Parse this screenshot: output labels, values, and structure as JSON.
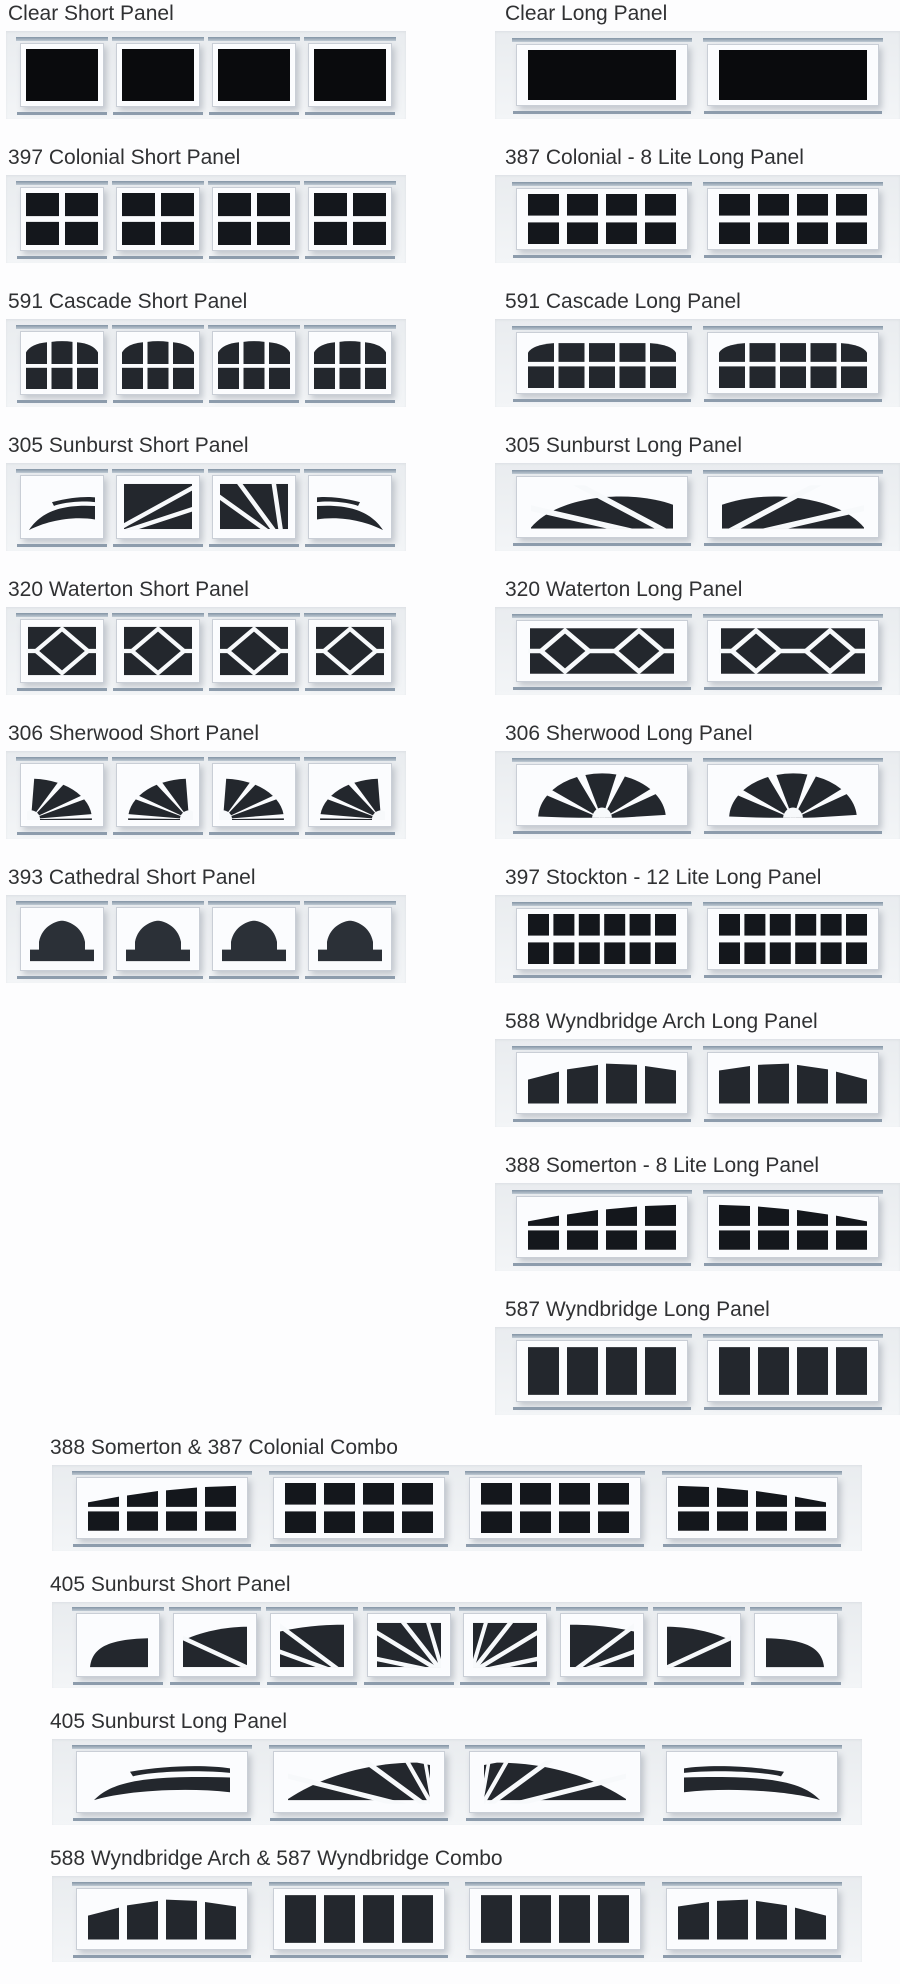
{
  "page": {
    "background": "#fdfdfe",
    "label_color": "#303133",
    "strip_color": "#edeff2",
    "trim_color": "#8a99aa",
    "glass_color": "#23272d",
    "clear_glass_color": "#0a0b0d"
  },
  "sections": [
    {
      "id": "L",
      "name": "short-panel-column",
      "css": "col-left",
      "stripCss": "strip-left",
      "rows": [
        {
          "label": "Clear Short Panel",
          "kind": "short",
          "windows": [
            "clear_s",
            "clear_s",
            "clear_s",
            "clear_s"
          ]
        },
        {
          "label": "397 Colonial Short Panel",
          "kind": "short",
          "windows": [
            "colonial_s",
            "colonial_s",
            "colonial_s",
            "colonial_s"
          ]
        },
        {
          "label": "591 Cascade Short Panel",
          "kind": "short",
          "windows": [
            "cascade_s",
            "cascade_s",
            "cascade_s",
            "cascade_s"
          ]
        },
        {
          "label": "305 Sunburst Short Panel",
          "kind": "short",
          "windows": [
            "sun305a",
            "sun305b",
            "sun305c",
            "sun305a_m"
          ]
        },
        {
          "label": "320 Waterton Short Panel",
          "kind": "short",
          "windows": [
            "waterton_s",
            "waterton_s",
            "waterton_s",
            "waterton_s"
          ]
        },
        {
          "label": "306 Sherwood Short Panel",
          "kind": "short",
          "windows": [
            "sherwood_s",
            "sherwood_s_m",
            "sherwood_s",
            "sherwood_s_m"
          ]
        },
        {
          "label": "393 Cathedral Short Panel",
          "kind": "short",
          "windows": [
            "cathedral_s",
            "cathedral_s",
            "cathedral_s",
            "cathedral_s"
          ]
        }
      ]
    },
    {
      "id": "R",
      "name": "long-panel-column",
      "css": "col-right",
      "stripCss": "strip-right",
      "rows": [
        {
          "label": "Clear Long Panel",
          "kind": "long",
          "windows": [
            "clear_l",
            "clear_l"
          ]
        },
        {
          "label": "387 Colonial  - 8 Lite Long Panel",
          "kind": "long",
          "windows": [
            "colonial_l",
            "colonial_l"
          ]
        },
        {
          "label": "591 Cascade Long Panel",
          "kind": "long",
          "windows": [
            "cascade_l",
            "cascade_l"
          ]
        },
        {
          "label": "305 Sunburst Long Panel",
          "kind": "long",
          "windows": [
            "sun305L",
            "sun305L_m"
          ]
        },
        {
          "label": "320 Waterton Long Panel",
          "kind": "long",
          "windows": [
            "waterton_l",
            "waterton_l"
          ]
        },
        {
          "label": "306 Sherwood Long Panel",
          "kind": "long",
          "windows": [
            "sherwood_l",
            "sherwood_l"
          ]
        },
        {
          "label": "397 Stockton - 12 Lite Long Panel",
          "kind": "long",
          "windows": [
            "stockton_l",
            "stockton_l"
          ]
        },
        {
          "label": "588 Wyndbridge Arch Long Panel",
          "kind": "long",
          "windows": [
            "wyndarch_l",
            "wyndarch_l_m"
          ]
        },
        {
          "label": "388 Somerton - 8 Lite Long Panel",
          "kind": "long",
          "windows": [
            "somerton_l",
            "somerton_l_m"
          ]
        },
        {
          "label": "587 Wyndbridge Long Panel",
          "kind": "long",
          "windows": [
            "wyndbridge_l",
            "wyndbridge_l"
          ]
        }
      ]
    },
    {
      "id": "B",
      "name": "combo-section",
      "css": "col-bottom",
      "stripCss": "strip-wide",
      "rows": [
        {
          "label": "388 Somerton & 387 Colonial Combo",
          "kind": "long",
          "windows": [
            "somerton_l",
            "colonial_l",
            "colonial_l",
            "somerton_l_m"
          ]
        },
        {
          "label": "405 Sunburst Short Panel",
          "kind": "short",
          "windows": [
            "q1",
            "q2",
            "q3",
            "q4",
            "q4_m",
            "q3_m",
            "q2_m",
            "q1_m"
          ]
        },
        {
          "label": "405 Sunburst Long Panel",
          "kind": "long",
          "windows": [
            "La",
            "Lb",
            "Lb_m",
            "La_m"
          ]
        },
        {
          "label": "588 Wyndbridge Arch & 587 Wyndbridge Combo",
          "kind": "long",
          "windows": [
            "wyndarch_l",
            "wyndbridge_l",
            "wyndbridge_l",
            "wyndarch_l_m"
          ]
        }
      ]
    }
  ]
}
